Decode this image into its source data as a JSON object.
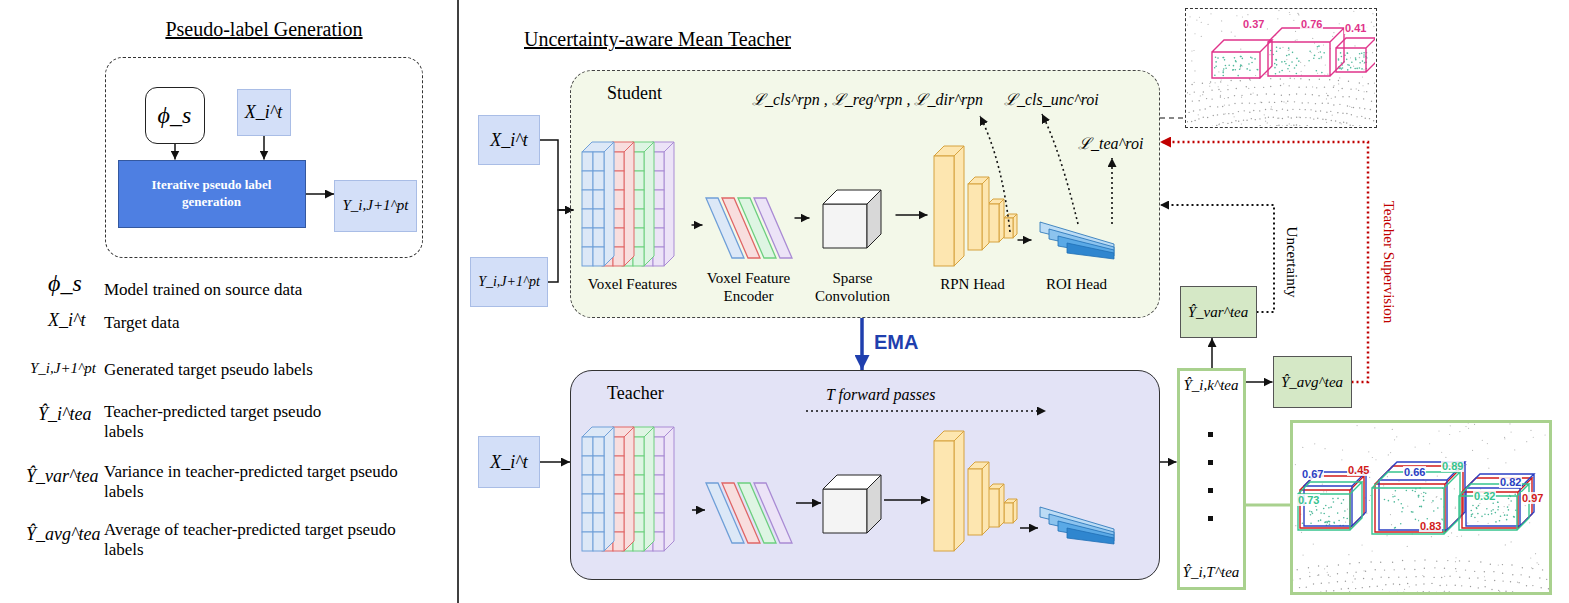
{
  "diagram": {
    "nodes": [
      {
        "text": [
          "Pseudo-label Generation"
        ]
      },
      {
        "text": [
          "ϕ_s"
        ],
        "in": 0
      },
      {
        "text": [
          "X_i^t"
        ],
        "in": 0
      },
      {
        "text": [
          "Iterative pseudo label generation"
        ],
        "in": 0
      },
      {
        "text": [
          "Y_i,J+1^pt"
        ],
        "in": 0
      },
      {
        "text": [
          "Student"
        ]
      },
      {
        "text": [
          "X_i^t"
        ]
      },
      {
        "text": [
          "Y_i,J+1^pt"
        ]
      },
      {
        "text": [
          "Voxel Features"
        ],
        "in": 5
      },
      {
        "text": [
          "Voxel Feature Encoder"
        ],
        "in": 5
      },
      {
        "text": [
          "Sparse Convolution"
        ],
        "in": 5
      },
      {
        "text": [
          "RPN Head"
        ],
        "in": 5
      },
      {
        "text": [
          "ROI Head"
        ],
        "in": 5
      },
      {
        "text": [
          "Teacher"
        ]
      },
      {
        "text": [
          "X_i^t"
        ]
      },
      {
        "text": [
          "0.37",
          "0.76",
          "0.41"
        ]
      },
      {
        "text": [
          "Ŷ_var^tea"
        ]
      },
      {
        "text": [
          "Ŷ_avg^tea"
        ]
      },
      {
        "text": [
          "Ŷ_i,k^tea",
          "Ŷ_i,T^tea"
        ]
      },
      {
        "text": [
          "0.67",
          "0.45",
          "0.66",
          "0.89",
          "0.32",
          "0.82",
          "0.73",
          "0.97",
          "0.83"
        ]
      }
    ],
    "edges": [
      {
        "from": 1,
        "to": 3,
        "arrow": "to"
      },
      {
        "from": 2,
        "to": 3,
        "arrow": "to"
      },
      {
        "from": 3,
        "to": 4,
        "arrow": "to"
      },
      {
        "from": 6,
        "to": 8,
        "arrow": "to"
      },
      {
        "from": 7,
        "to": 8,
        "arrow": "to"
      },
      {
        "from": 8,
        "to": 9,
        "arrow": "to"
      },
      {
        "from": 9,
        "to": 10,
        "arrow": "to"
      },
      {
        "from": 10,
        "to": 11,
        "arrow": "to"
      },
      {
        "from": 11,
        "to": 12,
        "arrow": "to"
      },
      {
        "from": 5,
        "to": 13,
        "label": "EMA",
        "arrow": "to"
      },
      {
        "from": 14,
        "to": 13,
        "arrow": "to"
      },
      {
        "from": 13,
        "to": 18,
        "arrow": "to"
      },
      {
        "from": 18,
        "to": 16,
        "arrow": "to"
      },
      {
        "from": 18,
        "to": 17,
        "arrow": "to"
      },
      {
        "from": 16,
        "to": 5,
        "label": "Uncertainty",
        "arrow": "to"
      },
      {
        "from": 17,
        "to": 5,
        "label": "Teacher Supervision",
        "arrow": "to"
      },
      {
        "from": 5,
        "to": 15,
        "arrow": "none"
      },
      {
        "from": 18,
        "to": 19,
        "arrow": "none"
      }
    ],
    "labels": [
      "Uncertainty-aware Mean Teacher",
      "ℒ_cls^rpn , ℒ_reg^rpn , ℒ_dir^rpn",
      "ℒ_cls_unc^roi",
      "ℒ_tea^roi",
      "T forward passes",
      "ϕ_s",
      "Model trained on source data",
      "X_i^t",
      "Target data",
      "Y_i,J+1^pt",
      "Generated target pseudo labels",
      "Ŷ_i^tea",
      "Teacher-predicted target pseudo labels",
      "Ŷ_var^tea",
      "Variance in teacher-predicted target pseudo labels",
      "Ŷ_avg^tea",
      "Average of teacher-predicted target pseudo labels"
    ]
  }
}
